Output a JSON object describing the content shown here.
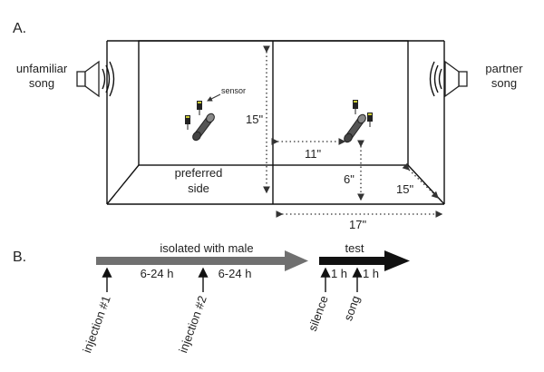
{
  "panel_a": {
    "label": "A.",
    "left_speaker_label": [
      "unfamiliar",
      "song"
    ],
    "right_speaker_label": [
      "partner",
      "song"
    ],
    "sensor_label": "sensor",
    "height_dim": "15\"",
    "gap_dim": "11\"",
    "perch_height_dim": "6\"",
    "depth_dim": "15\"",
    "length_dim": "17\"",
    "preferred_side_label": [
      "preferred",
      "side"
    ]
  },
  "panel_b": {
    "label": "B.",
    "phase1_label": "isolated with male",
    "phase2_label": "test",
    "interval1": "6-24 h",
    "interval2": "6-24 h",
    "interval3": "1 h",
    "interval4": "1 h",
    "events": [
      "injection #1",
      "injection #2",
      "silence",
      "song"
    ],
    "colors": {
      "phase1_arrow": "#707070",
      "phase2_arrow": "#111111"
    }
  }
}
